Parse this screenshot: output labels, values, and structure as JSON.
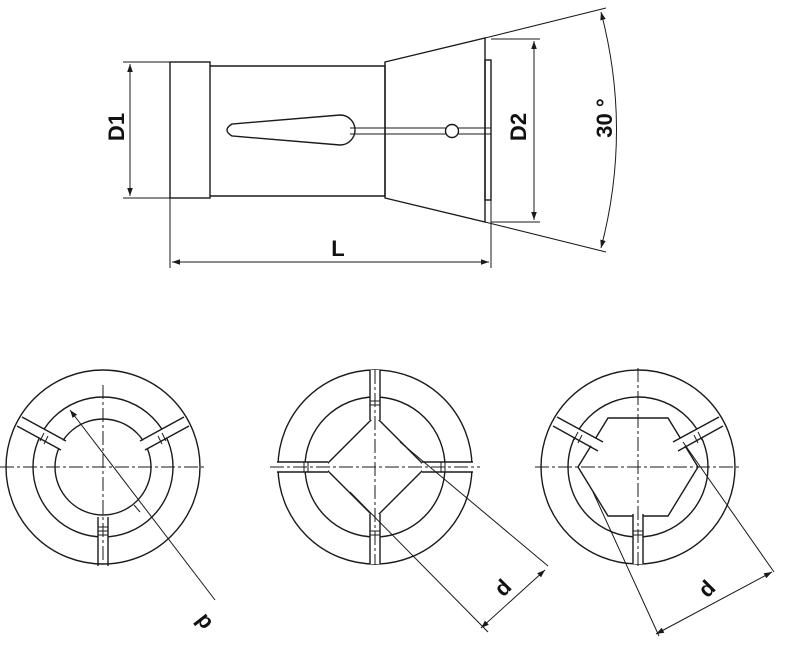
{
  "labels": {
    "d1": "D1",
    "d2": "D2",
    "l": "L",
    "angle": "30 °",
    "d_round": "d",
    "d_square": "d",
    "d_hex": "d"
  },
  "colors": {
    "line": "#1a1a1a",
    "background": "#ffffff"
  }
}
